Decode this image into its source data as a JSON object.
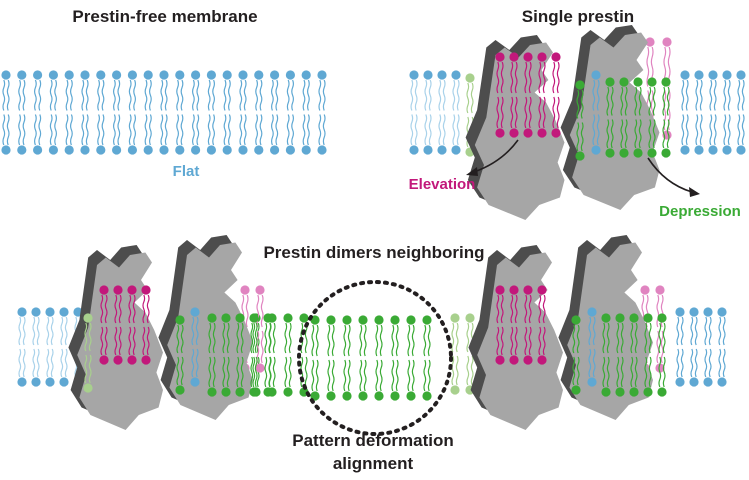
{
  "panels": {
    "prestin_free": {
      "title": "Prestin-free membrane",
      "label": "Flat"
    },
    "single": {
      "title": "Single prestin",
      "elevation_label": "Elevation",
      "depression_label": "Depression"
    },
    "dimers": {
      "title": "Prestin dimers neighboring",
      "circle_label_line1": "Pattern deformation",
      "circle_label_line2": "alignment"
    }
  },
  "colors": {
    "lipid_blue": "#5fa8d3",
    "lipid_blue_light": "#a9d2ea",
    "lipid_green": "#3aaa35",
    "lipid_green_light": "#a8d08d",
    "lipid_magenta": "#c2187b",
    "lipid_pink": "#e084c0",
    "protein_front": "#a6a6a6",
    "protein_back": "#4d4d4d",
    "text_dark": "#231f20",
    "elevation_text": "#c2187b",
    "depression_text": "#3aaa35",
    "flat_text": "#5fa8d3"
  }
}
